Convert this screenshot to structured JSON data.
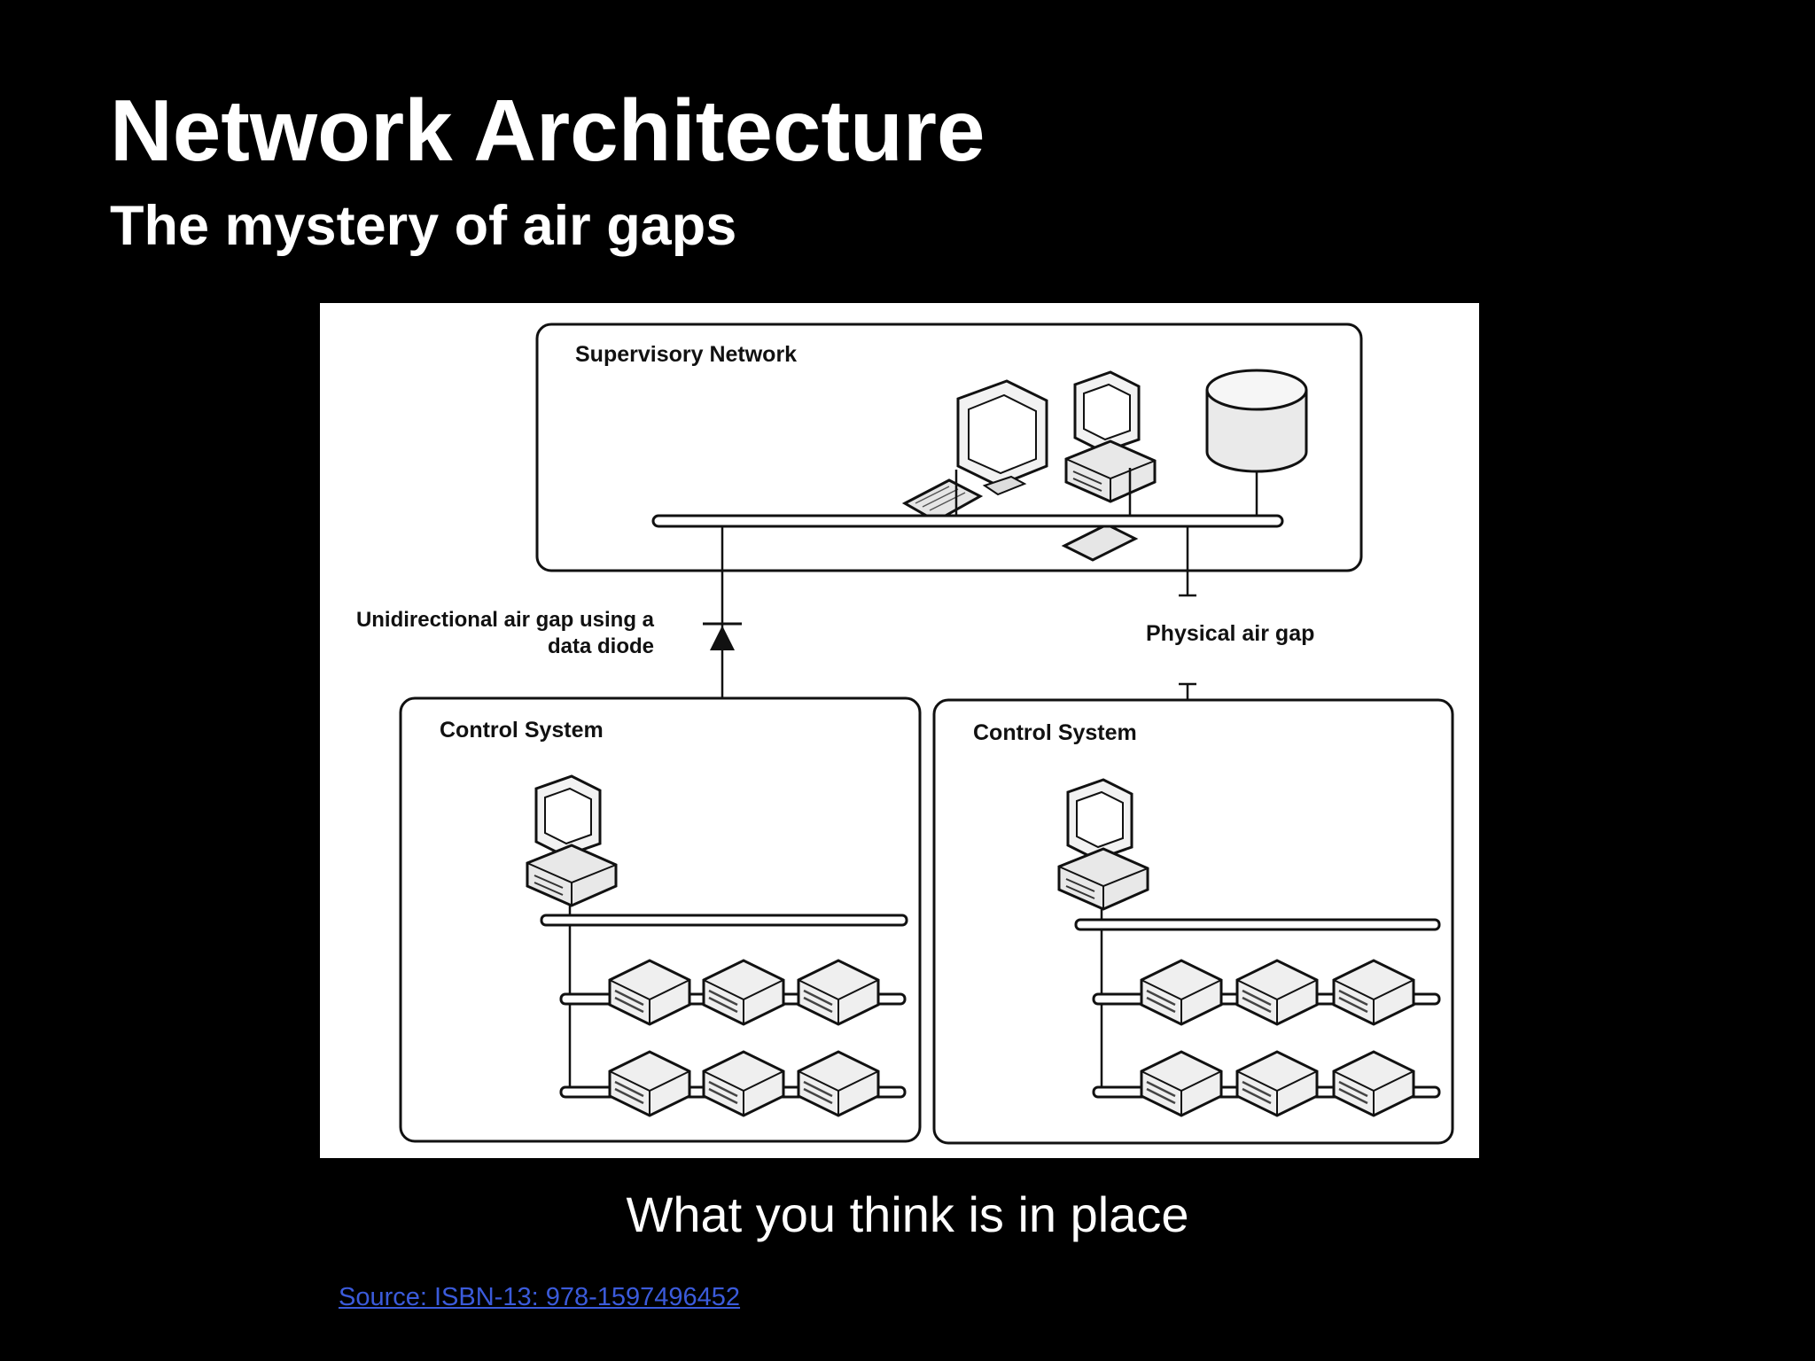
{
  "slide": {
    "title": "Network Architecture",
    "subtitle": "The mystery of air gaps",
    "caption": "What you think is in place",
    "source_link": "Source: ISBN-13: 978-1597496452"
  },
  "diagram": {
    "supervisory_label": "Supervisory Network",
    "control_label_left": "Control System",
    "control_label_right": "Control System",
    "diode_label_line1": "Unidirectional air gap using a",
    "diode_label_line2": "data diode",
    "air_gap_label": "Physical air gap"
  }
}
